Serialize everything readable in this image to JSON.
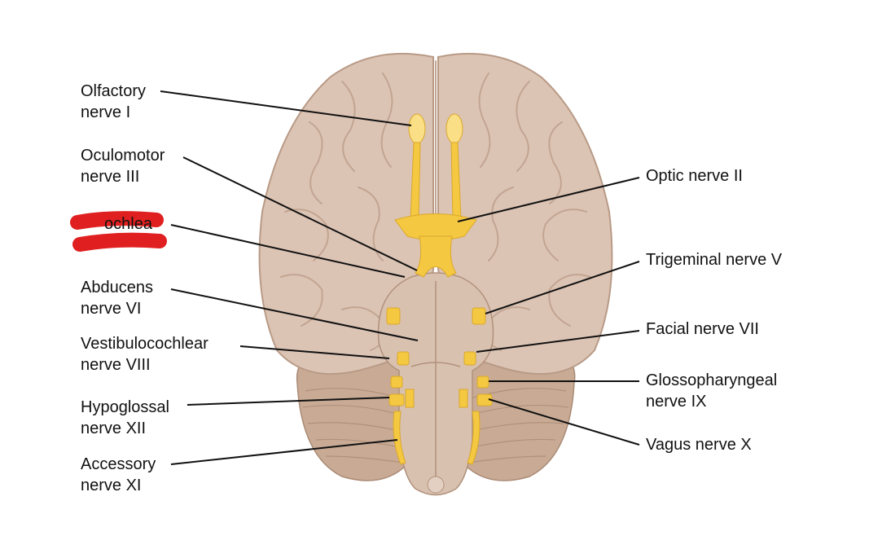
{
  "labels_left": [
    {
      "id": "olfactory",
      "line1": "Olfactory",
      "line2": "nerve I"
    },
    {
      "id": "oculomotor",
      "line1": "Oculomotor",
      "line2": "nerve III"
    },
    {
      "id": "abducens",
      "line1": "Abducens",
      "line2": "nerve VI"
    },
    {
      "id": "vestibulocochlear",
      "line1": "Vestibulocochlear",
      "line2": "nerve VIII"
    },
    {
      "id": "hypoglossal",
      "line1": "Hypoglossal",
      "line2": "nerve XII"
    },
    {
      "id": "accessory",
      "line1": "Accessory",
      "line2": "nerve XI"
    }
  ],
  "labels_right": [
    {
      "id": "optic",
      "line1": "Optic nerve II",
      "line2": ""
    },
    {
      "id": "trigeminal",
      "line1": "Trigeminal nerve V",
      "line2": ""
    },
    {
      "id": "facial",
      "line1": "Facial nerve VII",
      "line2": ""
    },
    {
      "id": "glossopharyngeal",
      "line1": "Glossopharyngeal",
      "line2": "nerve IX"
    },
    {
      "id": "vagus",
      "line1": "Vagus nerve X",
      "line2": ""
    }
  ],
  "redacted_label": {
    "visible_fragment": "ochlea"
  },
  "colors": {
    "cerebrum": "#dcc4b4",
    "cerebrum_shadow": "#c6a994",
    "cerebellum": "#c9ab95",
    "brainstem": "#d9c1b0",
    "nerve": "#f5c842",
    "nerve_light": "#fadf86",
    "leader_line": "#111111",
    "redaction": "#e02020"
  }
}
